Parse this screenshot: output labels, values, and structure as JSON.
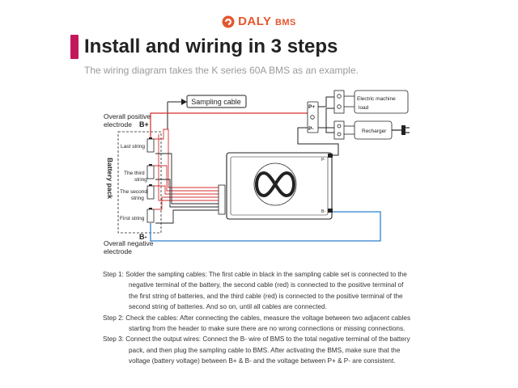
{
  "brand": {
    "name": "DALY",
    "suffix": "BMS",
    "color": "#e4572e"
  },
  "header": {
    "title": "Install and wiring in 3 steps",
    "subtitle": "The wiring diagram takes the K series 60A BMS as an example."
  },
  "diagram": {
    "sampling_cable": "Sampling cable",
    "overall_positive": [
      "Overall positive",
      "electrode",
      "B+"
    ],
    "overall_negative": [
      "B-",
      "Overall negative",
      "electrode"
    ],
    "battery_pack": "Battery pack",
    "strings": {
      "last": "Last string",
      "third": [
        "The third",
        "string"
      ],
      "second": [
        "The second",
        "string"
      ],
      "first": "First string"
    },
    "port_p_plus": "P+",
    "port_p_minus": "P-",
    "electric_machine": [
      "Electric machine",
      "load"
    ],
    "recharger": "Recharger",
    "bms_labels": {
      "p_minus": "P-",
      "b_minus": "B-"
    },
    "colors": {
      "red": "#d32f2f",
      "blue": "#2f7fd1",
      "black": "#222222"
    }
  },
  "steps": [
    {
      "first": "Step 1: Solder the sampling cables: The first cable in black in the sampling cable set is connected to the",
      "rest": [
        "negative terminal of the battery, the second cable (red) is connected to the positive terminal of",
        "the first string of batteries, and the third cable (red) is connected to the positive terminal of the",
        "second string of batteries. And so on, until all cables are connected."
      ]
    },
    {
      "first": "Step 2: Check the cables: After connecting the cables, measure the voltage between two adjacent cables",
      "rest": [
        "starting from the header to make sure there are no wrong connections or missing connections."
      ]
    },
    {
      "first": "Step 3: Connect the output wires: Connect the B- wire of BMS to the total negative terminal of the battery",
      "rest": [
        "pack, and then plug the sampling cable to BMS. After activating the BMS, make sure that the",
        "voltage (battery voltage) between B+ & B- and the voltage between P+ & P- are consistent."
      ]
    }
  ]
}
